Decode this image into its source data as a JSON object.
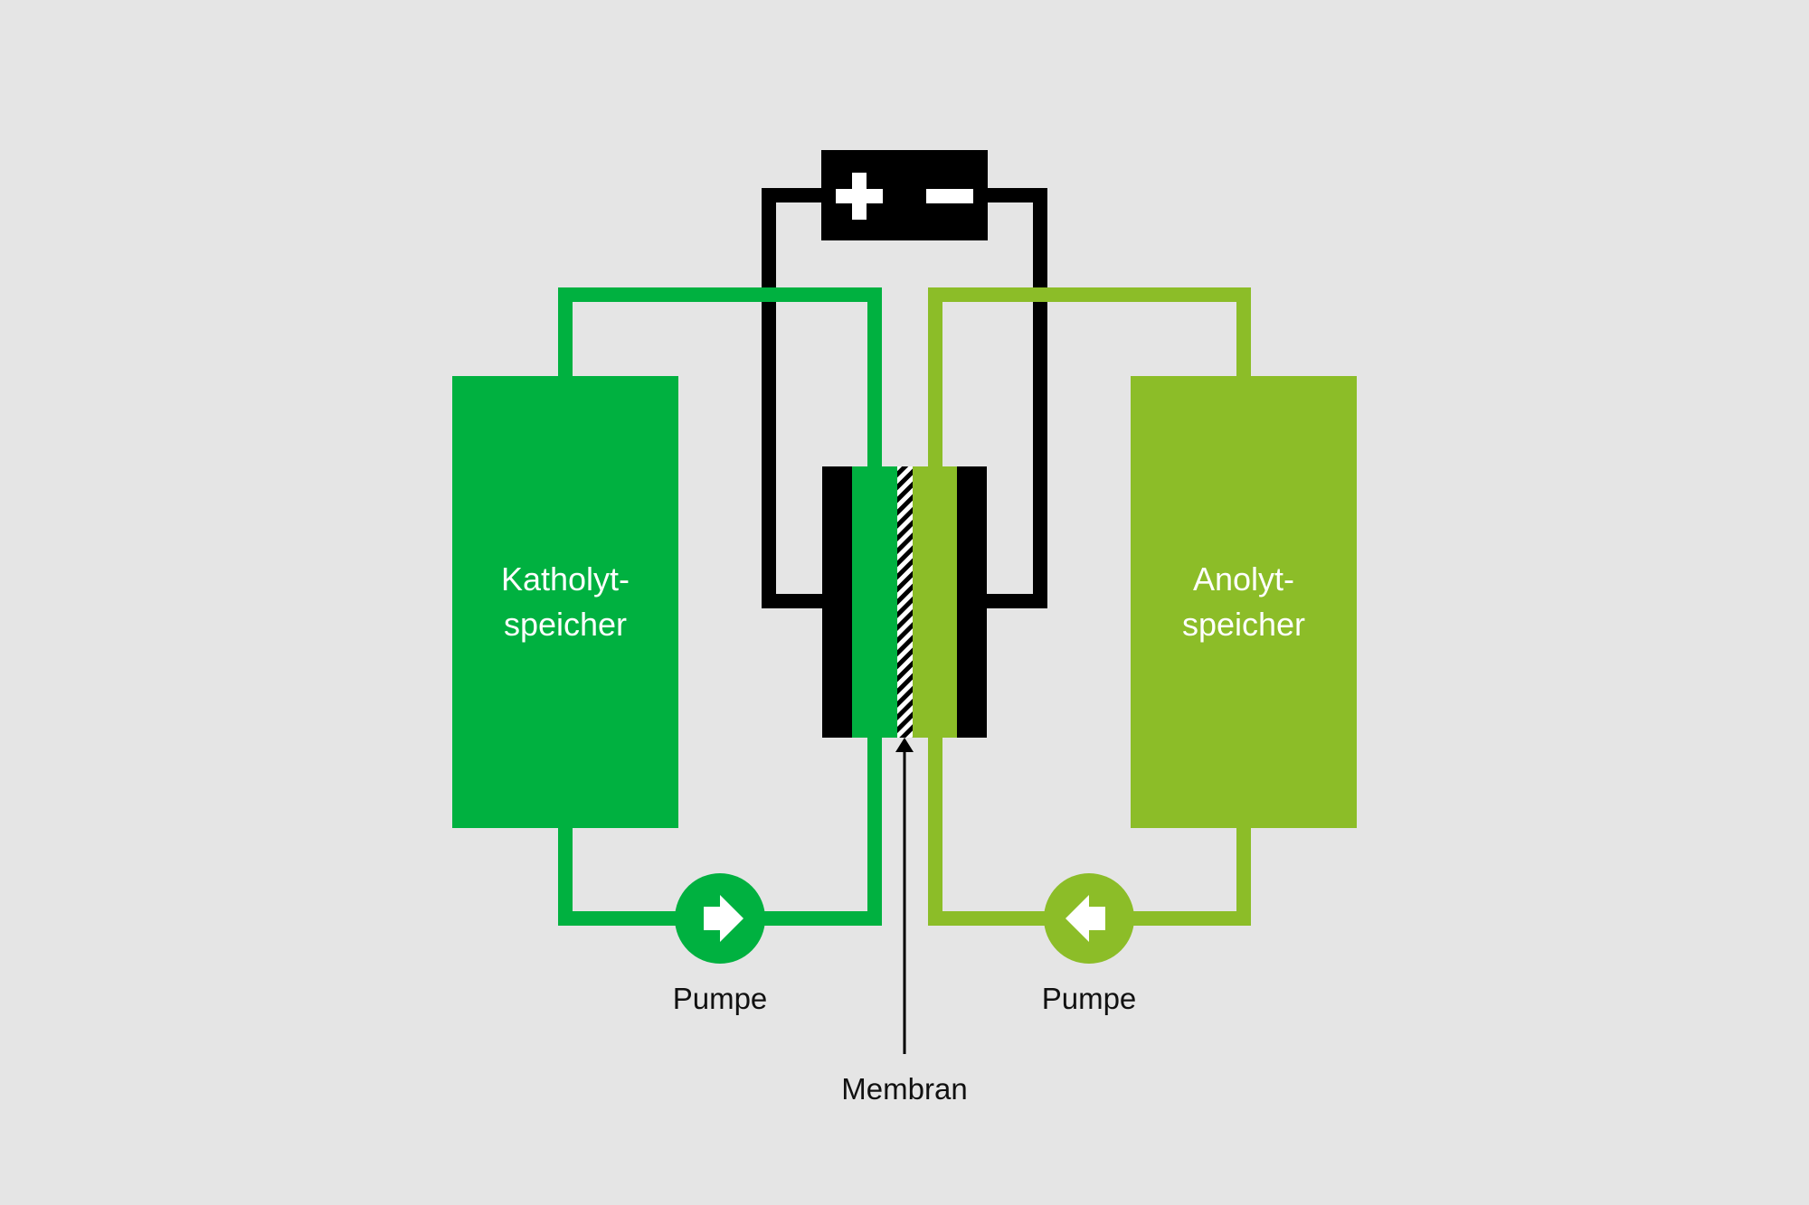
{
  "colors": {
    "background": "#e5e5e5",
    "catholyte": "#00b140",
    "anolyte": "#8cbd28",
    "circuit": "#000000",
    "text_dark": "#111111",
    "text_light": "#ffffff"
  },
  "battery": {
    "plus_icon": "plus-icon",
    "minus_icon": "minus-icon"
  },
  "catholyte_tank": {
    "label_line1": "Katholyt-",
    "label_line2": "speicher"
  },
  "anolyte_tank": {
    "label_line1": "Anolyt-",
    "label_line2": "speicher"
  },
  "left_pump": {
    "label": "Pumpe",
    "arrow_icon": "arrow-right-icon"
  },
  "right_pump": {
    "label": "Pumpe",
    "arrow_icon": "arrow-left-icon"
  },
  "membrane": {
    "label": "Membran"
  }
}
